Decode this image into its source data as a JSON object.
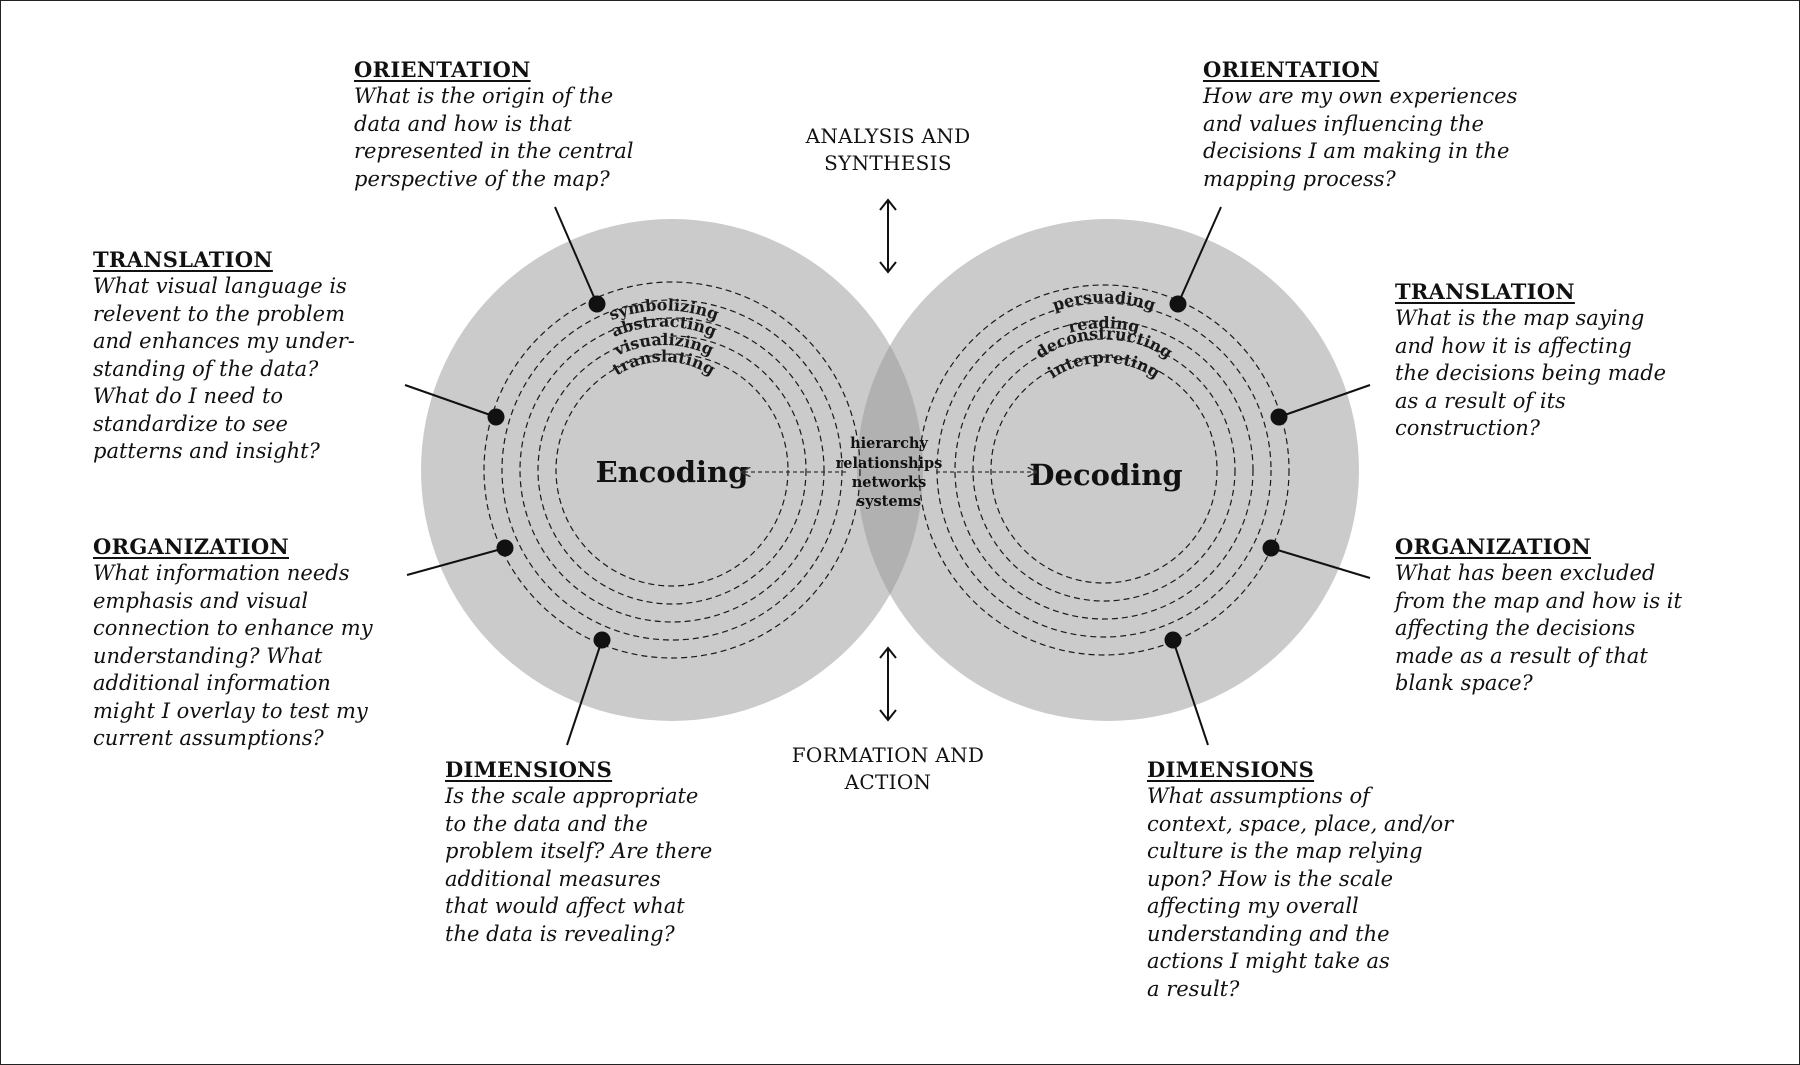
{
  "left": {
    "center": "Encoding",
    "rings": [
      "symbolizing",
      "abstracting",
      "visualizing",
      "translating"
    ],
    "orientation": {
      "heading": "ORIENTATION",
      "body": "What is the origin of the\ndata and how is that\nrepresented in the central\nperspective of the map?"
    },
    "translation": {
      "heading": "TRANSLATION",
      "body": "What visual language is\nrelevent to the problem\nand enhances my under-\nstanding of the data?\nWhat do I need to\nstandardize to see\npatterns and insight?"
    },
    "organization": {
      "heading": "ORGANIZATION",
      "body": "What information needs\nemphasis and visual\nconnection to enhance my\nunderstanding? What\nadditional information\nmight I overlay to test my\ncurrent assumptions?"
    },
    "dimensions": {
      "heading": "DIMENSIONS",
      "body": "Is the scale appropriate\nto the data and the\nproblem itself? Are there\nadditional measures\nthat would affect what\nthe data is revealing?"
    }
  },
  "right": {
    "center": "Decoding",
    "rings": [
      "persuading",
      "reading",
      "deconstructing",
      "interpreting"
    ],
    "orientation": {
      "heading": "ORIENTATION",
      "body": "How are my own experiences\nand values influencing the\ndecisions I am making in the\nmapping process?"
    },
    "translation": {
      "heading": "TRANSLATION",
      "body": "What is the map saying\nand how it is affecting\nthe decisions being made\nas a result of its\nconstruction?"
    },
    "organization": {
      "heading": "ORGANIZATION",
      "body": "What has been excluded\nfrom the map and how is it\naffecting the decisions\nmade as a result of that\nblank space?"
    },
    "dimensions": {
      "heading": "DIMENSIONS",
      "body": "What assumptions of\ncontext, space, place, and/or\nculture is the map relying\nupon? How is the scale\naffecting my overall\nunderstanding and the\nactions I might take as\na result?"
    }
  },
  "middle": {
    "top": "ANALYSIS AND\nSYNTHESIS",
    "bottom": "FORMATION AND\nACTION",
    "overlap": [
      "hierarchy",
      "relationships",
      "networks",
      "systems"
    ]
  }
}
